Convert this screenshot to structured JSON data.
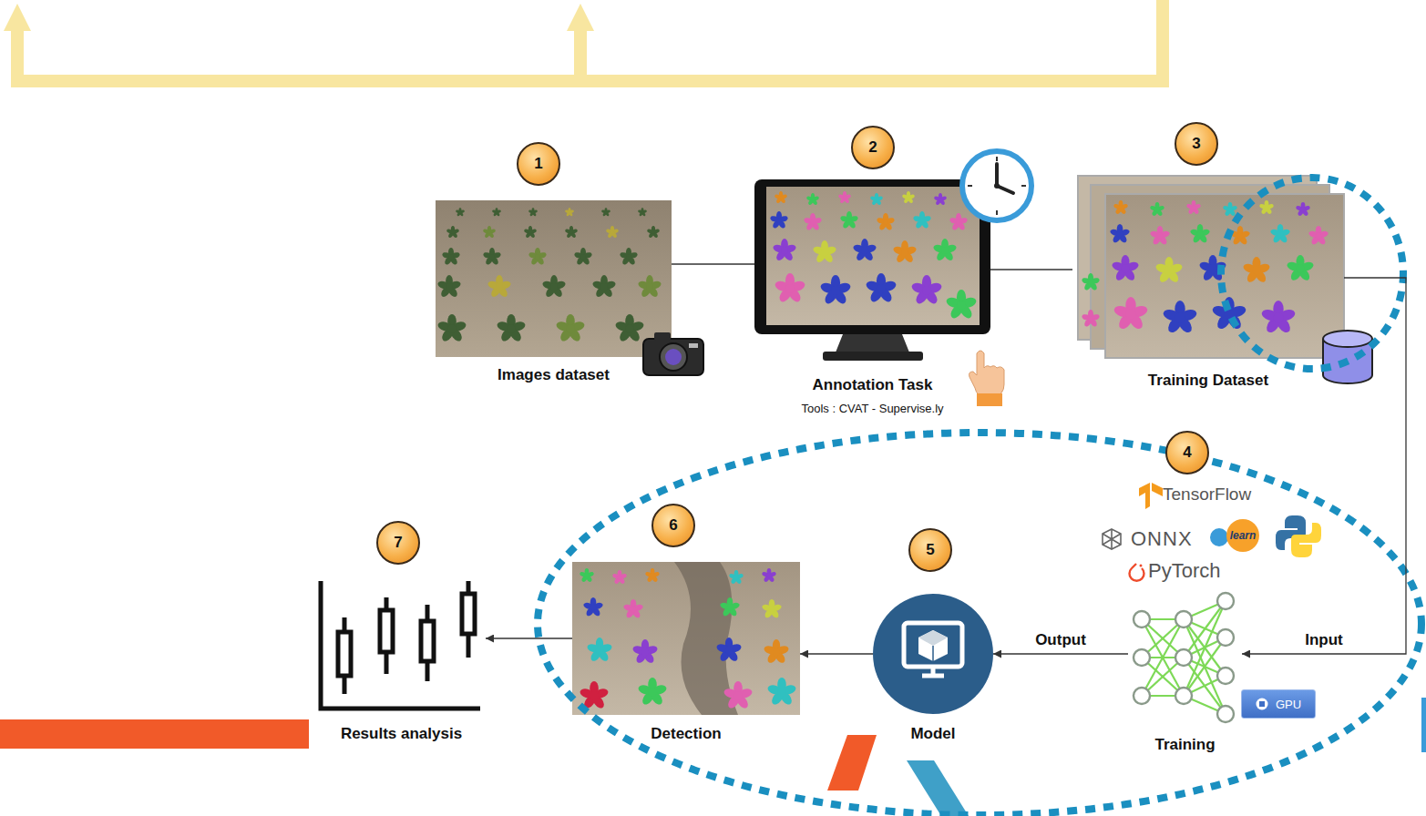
{
  "diagram": {
    "nodes": [
      {
        "text": [
          "1"
        ]
      },
      {
        "text": [
          "Images dataset"
        ]
      },
      {
        "text": [
          "2"
        ]
      },
      {
        "text": [
          "Annotation Task",
          "Tools : CVAT - Supervise.ly"
        ]
      },
      {
        "text": [
          "3"
        ]
      },
      {
        "text": [
          "Training Dataset"
        ]
      },
      {
        "text": [
          "4"
        ]
      },
      {
        "text": [
          "Training"
        ]
      },
      {
        "text": [
          "5"
        ]
      },
      {
        "text": [
          "Model"
        ]
      },
      {
        "text": [
          "6"
        ]
      },
      {
        "text": [
          "Detection"
        ]
      },
      {
        "text": [
          "7"
        ]
      },
      {
        "text": [
          "Results analysis"
        ]
      },
      {
        "text": [
          "GPU"
        ]
      }
    ],
    "edges": [
      {
        "from": 1,
        "to": 3,
        "arrow": "none"
      },
      {
        "from": 3,
        "to": 5,
        "arrow": "none"
      },
      {
        "from": 5,
        "to": 7,
        "label": "Input",
        "arrow": "to"
      },
      {
        "from": 7,
        "to": 9,
        "label": "Output",
        "arrow": "to"
      },
      {
        "from": 9,
        "to": 11,
        "arrow": "to"
      },
      {
        "from": 11,
        "to": 13,
        "arrow": "to"
      }
    ],
    "labels": [
      "TensorFlow",
      "ONNX",
      "learn",
      "PyTorch"
    ]
  }
}
